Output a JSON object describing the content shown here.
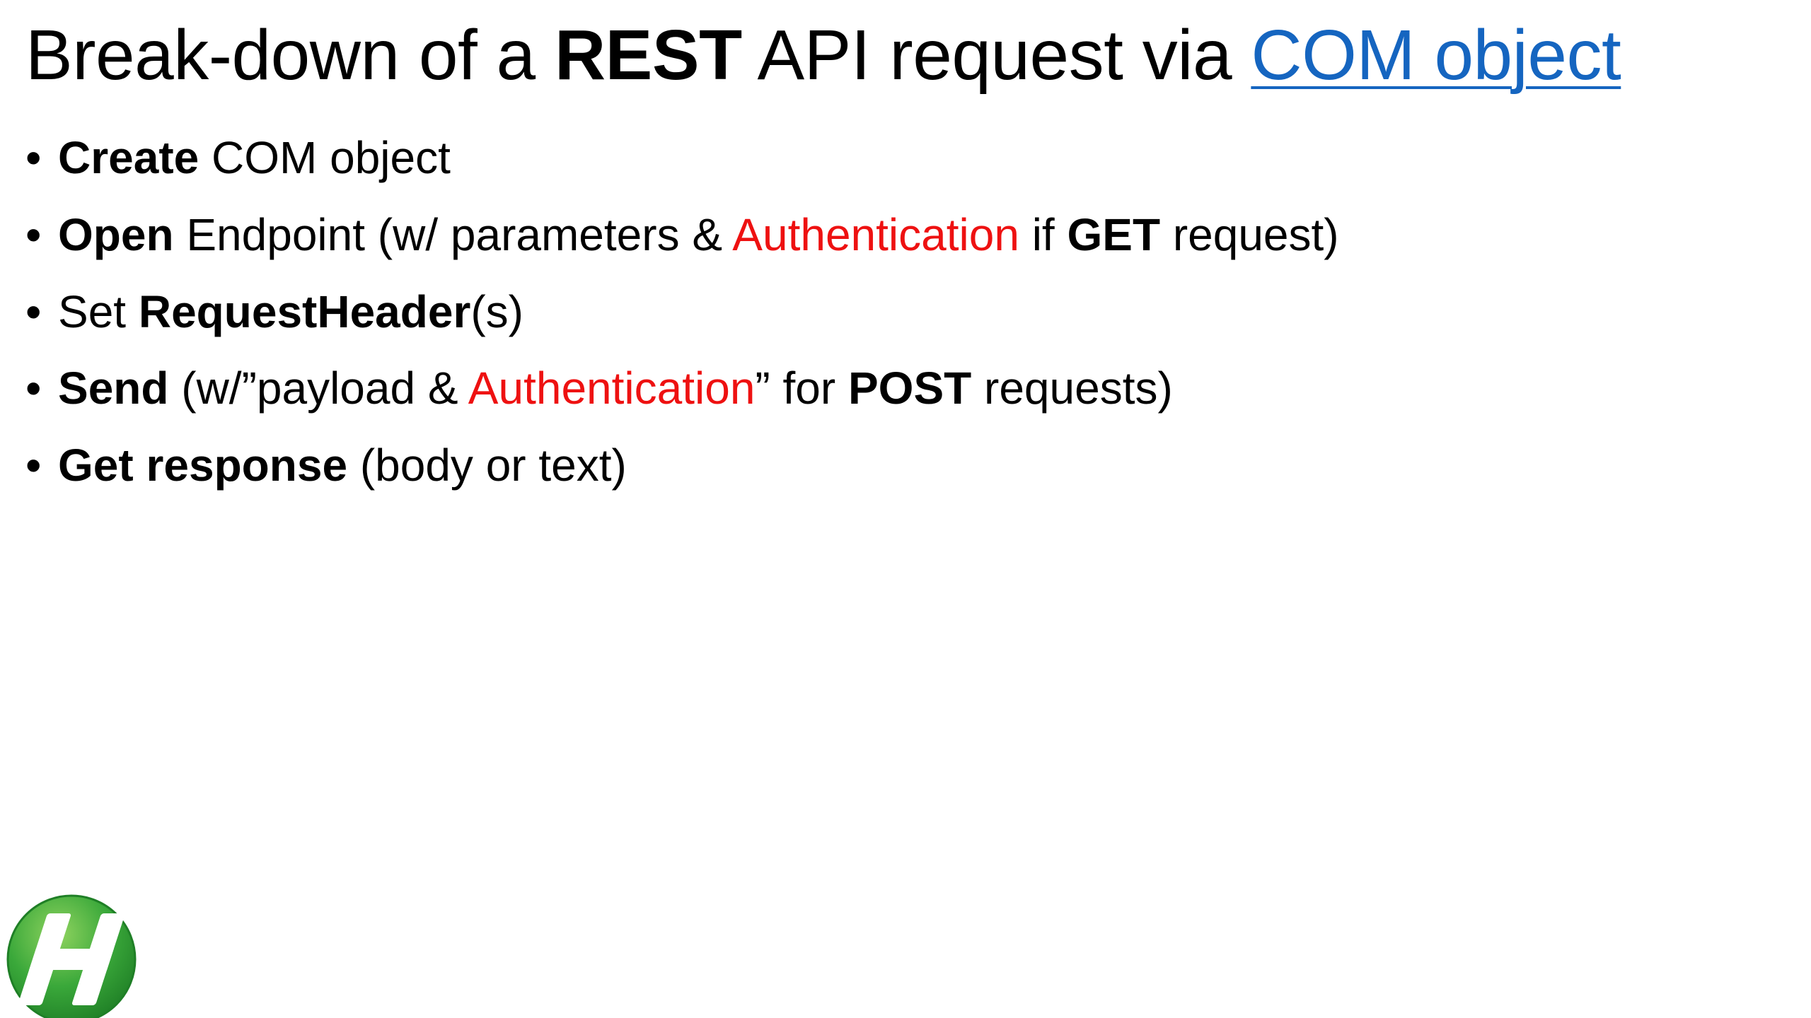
{
  "title": {
    "prefix": "Break-down of a ",
    "bold": "REST",
    "middle": " API request via ",
    "link": "COM object"
  },
  "bullets": [
    {
      "parts": [
        {
          "text": "Create",
          "style": "bold"
        },
        {
          "text": " COM object",
          "style": "normal"
        }
      ]
    },
    {
      "parts": [
        {
          "text": "Open",
          "style": "bold"
        },
        {
          "text": " Endpoint  (w/ parameters & ",
          "style": "normal"
        },
        {
          "text": "Authentication",
          "style": "red"
        },
        {
          "text": " if ",
          "style": "normal"
        },
        {
          "text": "GET",
          "style": "bold"
        },
        {
          "text": " request)",
          "style": "normal"
        }
      ]
    },
    {
      "parts": [
        {
          "text": "Set ",
          "style": "normal"
        },
        {
          "text": "RequestHeader",
          "style": "bold"
        },
        {
          "text": "(s)",
          "style": "normal"
        }
      ]
    },
    {
      "parts": [
        {
          "text": "Send",
          "style": "bold"
        },
        {
          "text": " (w/”payload & ",
          "style": "normal"
        },
        {
          "text": "Authentication",
          "style": "red"
        },
        {
          "text": "”  for ",
          "style": "normal"
        },
        {
          "text": "POST",
          "style": "bold"
        },
        {
          "text": " requests)",
          "style": "normal"
        }
      ]
    },
    {
      "parts": [
        {
          "text": "Get response",
          "style": "bold"
        },
        {
          "text": " (body or text)",
          "style": "normal"
        }
      ]
    }
  ],
  "logo": {
    "icon": "h-logo-icon",
    "colors": {
      "primary": "#2e9e33",
      "highlight": "#8fd35f"
    }
  },
  "colors": {
    "link": "#1565c0",
    "accent_red": "#ee1111"
  }
}
